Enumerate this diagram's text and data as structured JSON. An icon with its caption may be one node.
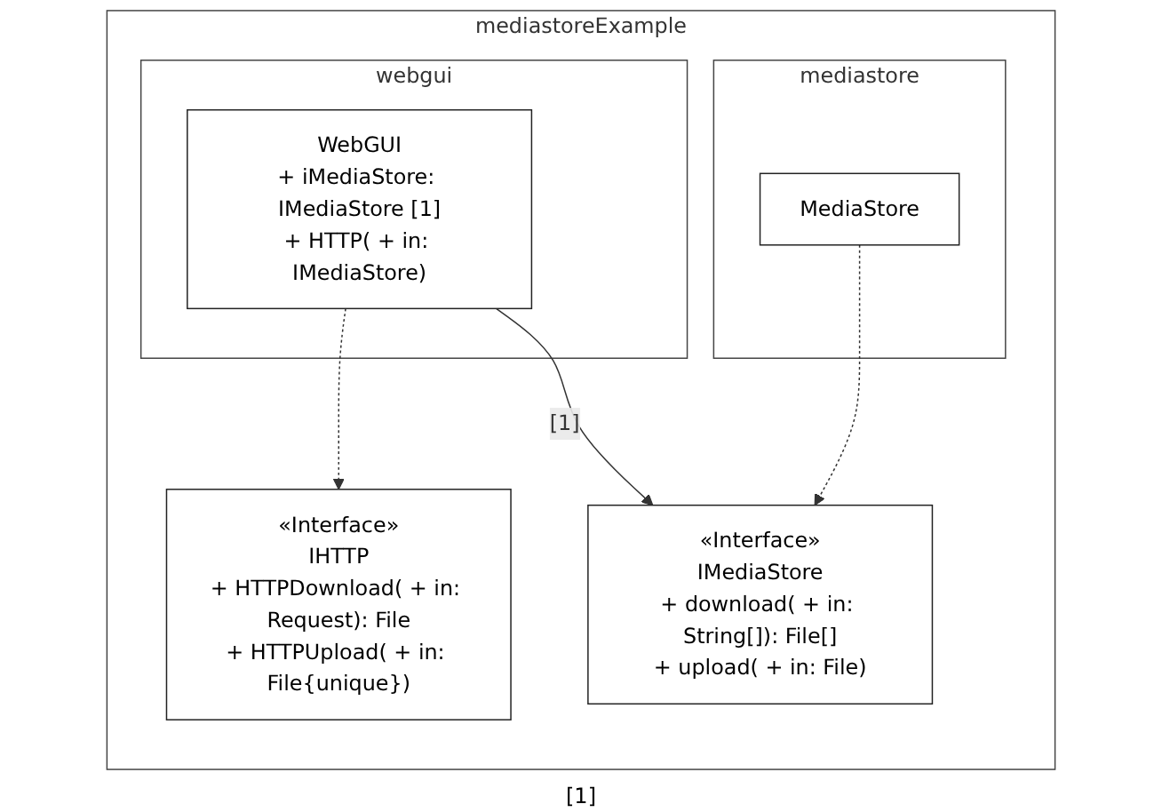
{
  "diagram": {
    "nodes": [
      {
        "text": [
          "mediastoreExample"
        ]
      },
      {
        "text": [
          "«Interface»",
          "IHTTP",
          "+ HTTPDownload( + in: Request): File",
          "+ HTTPUpload( + in: File{unique})"
        ],
        "in": 0
      },
      {
        "text": [
          "«Interface»",
          "IMediaStore",
          "+ download( + in: String[]): File[]",
          "+ upload( + in: File)"
        ],
        "in": 0
      },
      {
        "text": [
          "webgui"
        ],
        "in": 0
      },
      {
        "text": [
          "WebGUI",
          "+ iMediaStore: IMediaStore [1]",
          "+ HTTP( + in: IMediaStore)"
        ],
        "in": 3
      },
      {
        "text": [
          "mediastore"
        ],
        "in": 0
      },
      {
        "text": [
          "MediaStore"
        ],
        "in": 5
      }
    ],
    "edges": [
      {
        "from": 4,
        "to": 1,
        "arrow": "to",
        "style": "dashed"
      },
      {
        "from": 4,
        "to": 2,
        "arrow": "to",
        "label": "[1]"
      },
      {
        "from": 6,
        "to": 2,
        "arrow": "to",
        "style": "dashed"
      }
    ],
    "labels": [
      "[1]"
    ]
  }
}
